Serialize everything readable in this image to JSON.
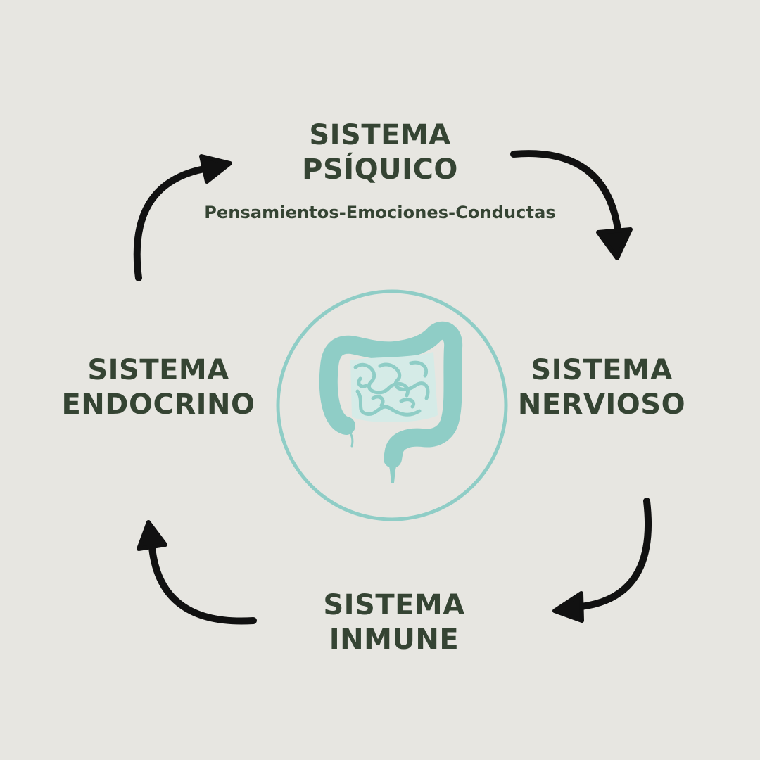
{
  "nodes": {
    "psiquico": {
      "line1": "SISTEMA",
      "line2": "PSÍQUICO",
      "subtitle": "Pensamientos-Emociones-Conductas"
    },
    "nervioso": {
      "line1": "SISTEMA",
      "line2": "NERVIOSO"
    },
    "inmune": {
      "line1": "SISTEMA",
      "line2": "INMUNE"
    },
    "endocrino": {
      "line1": "SISTEMA",
      "line2": "ENDOCRINO"
    }
  },
  "center": {
    "icon": "intestine-icon"
  },
  "colors": {
    "background": "#e7e6e1",
    "text": "#354433",
    "accent": "#8fcdc6",
    "arrow": "#111111"
  }
}
